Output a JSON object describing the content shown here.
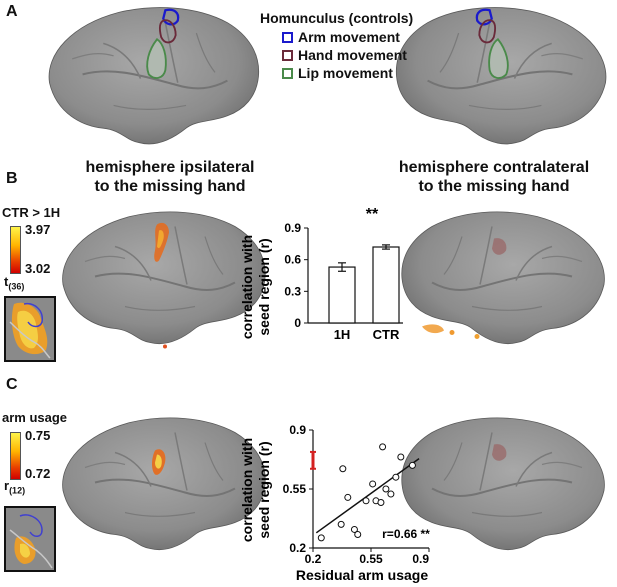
{
  "panels": {
    "a": "A",
    "b": "B",
    "c": "C"
  },
  "legend": {
    "title": "Homunculus (controls)",
    "items": [
      {
        "label": "Arm movement",
        "color": "#1a1acc"
      },
      {
        "label": "Hand movement",
        "color": "#6a2a3a"
      },
      {
        "label": "Lip movement",
        "color": "#4a8a4a"
      }
    ]
  },
  "headings": {
    "ipsi_l1": "hemisphere ipsilateral",
    "ipsi_l2": "to the missing hand",
    "contra_l1": "hemisphere contralateral",
    "contra_l2": "to the missing hand"
  },
  "colorbar_b": {
    "title": "CTR > 1H",
    "max": "3.97",
    "min": "3.02",
    "stat": "t",
    "df": "(36)"
  },
  "colorbar_c": {
    "title": "arm usage",
    "max": "0.75",
    "min": "0.72",
    "stat": "r",
    "df": "(12)"
  },
  "chart_data": [
    {
      "type": "bar",
      "categories": [
        "1H",
        "CTR"
      ],
      "values": [
        0.53,
        0.72
      ],
      "errors": [
        0.04,
        0.02
      ],
      "ylabel_line1": "correlation with",
      "ylabel_line2": "seed region (r)",
      "ylim": [
        0,
        0.9
      ],
      "yticks": [
        "0",
        "0.3",
        "0.6",
        "0.9"
      ],
      "annotation": "**"
    },
    {
      "type": "scatter",
      "x": [
        0.25,
        0.38,
        0.37,
        0.41,
        0.45,
        0.47,
        0.52,
        0.56,
        0.58,
        0.61,
        0.64,
        0.62,
        0.67,
        0.7,
        0.73,
        0.8
      ],
      "y": [
        0.26,
        0.67,
        0.34,
        0.5,
        0.31,
        0.28,
        0.48,
        0.58,
        0.48,
        0.47,
        0.55,
        0.8,
        0.52,
        0.62,
        0.74,
        0.69
      ],
      "fit": [
        [
          0.22,
          0.29
        ],
        [
          0.84,
          0.73
        ]
      ],
      "xlabel": "Residual arm usage",
      "ylabel_line1": "correlation with",
      "ylabel_line2": "seed region (r)",
      "xlim": [
        0.2,
        0.9
      ],
      "ylim": [
        0.2,
        0.9
      ],
      "xticks": [
        "0.2",
        "0.55",
        "0.9"
      ],
      "yticks": [
        "0.2",
        "0.55",
        "0.9"
      ],
      "annotation": "r=0.66 **",
      "highlight_range": [
        0.67,
        0.77
      ],
      "highlight_color": "#d42020"
    }
  ]
}
